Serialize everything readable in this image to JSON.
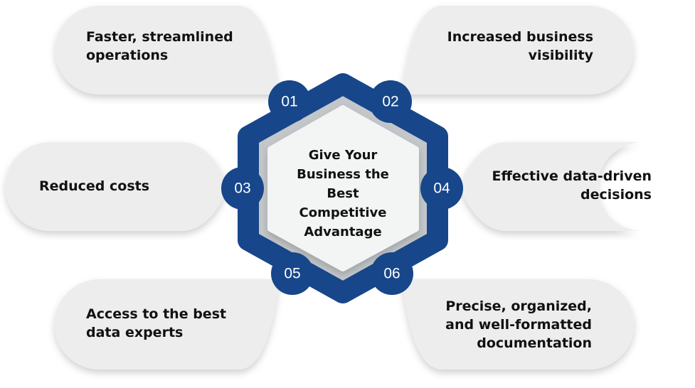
{
  "center_title": "Give Your Business the Best Competitive Advantage",
  "items": [
    {
      "number": "01",
      "text": "Faster, streamlined operations"
    },
    {
      "number": "02",
      "text": "Increased business visibility"
    },
    {
      "number": "03",
      "text": "Reduced costs"
    },
    {
      "number": "04",
      "text": "Effective data-driven decisions"
    },
    {
      "number": "05",
      "text": "Access to the best data experts"
    },
    {
      "number": "06",
      "text": "Precise, organized, and well-formatted documentation"
    }
  ],
  "colors": {
    "accent": "#17468a",
    "pill": "#ededed",
    "ring_inner": "#c3c7ca",
    "hex": "#f3f4f4"
  }
}
